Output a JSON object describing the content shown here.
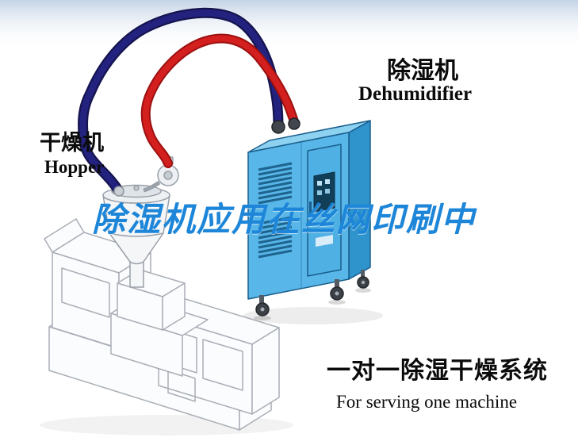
{
  "title": {
    "text": "除湿机应用在丝网印刷中"
  },
  "labels": {
    "dryer_cn": "干燥机",
    "dryer_en": "Hopper",
    "dehumidifier_cn": "除湿机",
    "dehumidifier_en": "Dehumidifier"
  },
  "caption": {
    "line1": "一对一除湿干燥系统",
    "line2": "For serving one machine"
  },
  "colors": {
    "title_blue": "#1d86d8",
    "pipe_dark_blue": "#23227f",
    "pipe_red": "#d41f1f",
    "cabinet_front": "#58b6e8",
    "cabinet_side": "#2f93cc",
    "cabinet_top": "#8ed2f2",
    "sky_band": "#c4d3e6"
  }
}
